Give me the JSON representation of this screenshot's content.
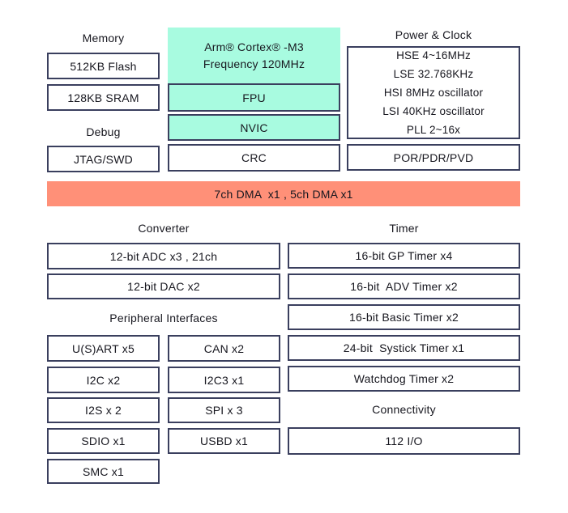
{
  "colors": {
    "mint": "#a8fbe0",
    "salmon": "#ff9078",
    "border": "#3a3f5e",
    "text": "#17171f"
  },
  "memory": {
    "title": "Memory",
    "flash": "512KB Flash",
    "sram": "128KB SRAM"
  },
  "debug": {
    "title": "Debug",
    "jtag": "JTAG/SWD"
  },
  "cpu": {
    "name": "Arm® Cortex® -M3",
    "frequency": "Frequency 120MHz",
    "fpu": "FPU",
    "nvic": "NVIC",
    "crc": "CRC"
  },
  "power_clock": {
    "title": "Power & Clock",
    "lines": [
      "HSE 4~16MHz",
      "LSE 32.768KHz",
      "HSI 8MHz oscillator",
      "LSI 40KHz oscillator",
      "PLL 2~16x"
    ],
    "por": "POR/PDR/PVD"
  },
  "dma": {
    "label": "7ch DMA  x1 , 5ch DMA x1"
  },
  "converter": {
    "title": "Converter",
    "adc": "12-bit ADC x3 , 21ch",
    "dac": "12-bit DAC x2"
  },
  "peripheral_interfaces": {
    "title": "Peripheral Interfaces",
    "column1": [
      "U(S)ART x5",
      "I2C x2",
      "I2S x 2",
      "SDIO x1",
      "SMC x1"
    ],
    "column2": [
      "CAN x2",
      "I2C3 x1",
      "SPI x 3",
      "USBD x1"
    ]
  },
  "timer": {
    "title": "Timer",
    "boxes": [
      "16-bit GP Timer x4",
      "16-bit  ADV Timer x2",
      "16-bit Basic Timer x2",
      "24-bit  Systick Timer x1",
      "Watchdog Timer x2"
    ]
  },
  "connectivity": {
    "title": "Connectivity",
    "io": "112 I/O"
  }
}
